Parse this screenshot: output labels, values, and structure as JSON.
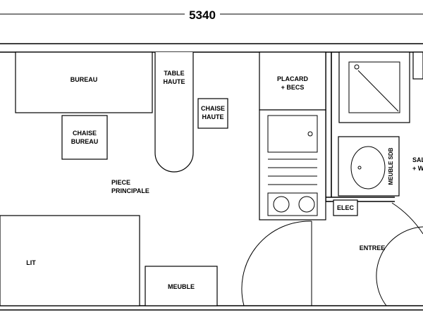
{
  "plan": {
    "dimension": "5340",
    "rooms": {
      "bureau": "BUREAU",
      "table_haute": [
        "TABLE",
        "HAUTE"
      ],
      "chaise_haute": [
        "CHAISE",
        "HAUTE"
      ],
      "placard": [
        "PLACARD",
        "+ BECS"
      ],
      "chaise_bureau": [
        "CHAISE",
        "BUREAU"
      ],
      "piece_principale": [
        "PIECE",
        "PRINCIPALE"
      ],
      "meuble_sdb": "MEUBLE SDB",
      "salle": [
        "SAL",
        "+ W"
      ],
      "elec": "ELEC",
      "entree": "ENTREE",
      "lit": "LIT",
      "meuble": "MEUBLE"
    }
  }
}
